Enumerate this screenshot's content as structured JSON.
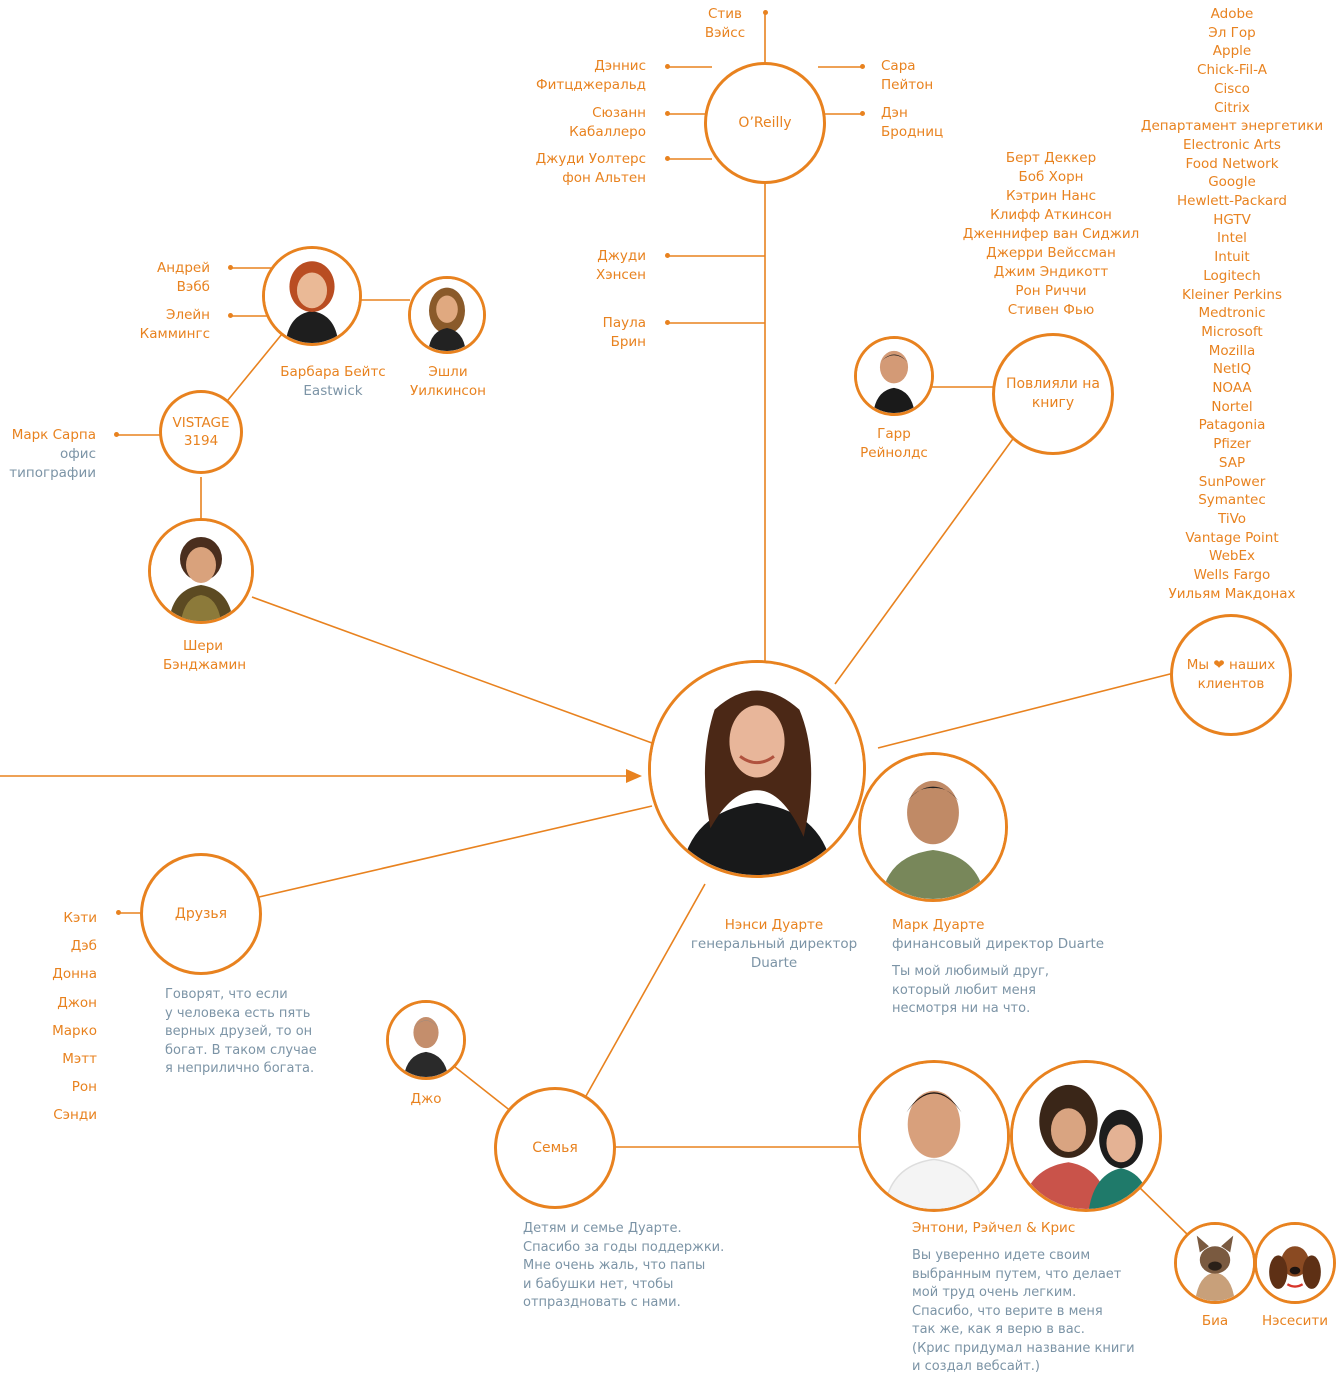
{
  "oreilly": {
    "hub": "O’Reilly",
    "top": [
      "Стив",
      "Вэйсс"
    ],
    "left": [
      [
        "Дэннис",
        "Фитцджеральд"
      ],
      [
        "Сюзанн",
        "Кабаллеро"
      ],
      [
        "Джуди Уолтерс",
        "фон Альтен"
      ]
    ],
    "right": [
      [
        "Сара",
        "Пейтон"
      ],
      [
        "Дэн",
        "Бродниц"
      ]
    ],
    "stem": [
      [
        "Джуди",
        "Хэнсен"
      ],
      [
        "Паула",
        "Брин"
      ]
    ]
  },
  "vistage": {
    "hub": [
      "VISTAGE",
      "3194"
    ],
    "barbara": {
      "name": "Барбара Бейтс",
      "company": "Eastwick"
    },
    "ashley": [
      "Эшли",
      "Уилкинсон"
    ],
    "andrey": [
      "Андрей",
      "Вэбб"
    ],
    "elaine": [
      "Элейн",
      "Каммингс"
    ],
    "mark_sarpa": {
      "name": "Марк Сарпа",
      "role": [
        "офис",
        "типографии"
      ]
    },
    "sheri": [
      "Шери",
      "Бэнджамин"
    ]
  },
  "influencers": {
    "hub": [
      "Повлияли на",
      "книгу"
    ],
    "garr": [
      "Гарр",
      "Рейнолдс"
    ],
    "names": [
      "Берт Деккер",
      "Боб Хорн",
      "Кэтрин Нанс",
      "Клифф Аткинсон",
      "Дженнифер ван Сиджил",
      "Джерри Вейссман",
      "Джим Эндикотт",
      "Рон Риччи",
      "Стивен Фью"
    ]
  },
  "clients": {
    "hub_before": "Мы",
    "heart": "❤",
    "hub_after": "наших",
    "hub_line2": "клиентов",
    "names": [
      "Adobe",
      "Эл Гор",
      "Apple",
      "Chick-Fil-A",
      "Cisco",
      "Citrix",
      "Департамент энергетики",
      "Electronic Arts",
      "Food Network",
      "Google",
      "Hewlett-Packard",
      "HGTV",
      "Intel",
      "Intuit",
      "Logitech",
      "Kleiner Perkins",
      "Medtronic",
      "Microsoft",
      "Mozilla",
      "NetIQ",
      "NOAA",
      "Nortel",
      "Patagonia",
      "Pfizer",
      "SAP",
      "SunPower",
      "Symantec",
      "TiVo",
      "Vantage Point",
      "WebEx",
      "Wells Fargo",
      "Уильям Макдонах"
    ]
  },
  "center": {
    "name": "Нэнси Дуарте",
    "title": [
      "генеральный директор",
      "Duarte"
    ]
  },
  "mark": {
    "name": "Марк Дуарте",
    "title": "финансовый директор Duarte",
    "note": [
      "Ты мой любимый друг,",
      "который любит меня",
      "несмотря ни на что."
    ]
  },
  "friends": {
    "hub": "Друзья",
    "names": [
      "Кэти",
      "Дэб",
      "Донна",
      "Джон",
      "Марко",
      "Мэтт",
      "Рон",
      "Сэнди"
    ],
    "note": [
      "Говорят, что если",
      "у человека есть пять",
      "верных друзей, то он",
      "богат. В таком случае",
      "я неприлично богата."
    ]
  },
  "family": {
    "hub": "Семья",
    "joe": "Джо",
    "note": [
      "Детям и семье Дуарте.",
      "Спасибо за годы поддержки.",
      "Мне очень жаль, что папы",
      "и бабушки нет, чтобы",
      "отпраздновать с нами."
    ],
    "kids": "Энтони, Рэйчел & Крис",
    "kids_note": [
      "Вы уверенно идете своим",
      "выбранным путем, что делает",
      "мой труд очень легким.",
      "Спасибо, что верите в меня",
      "так же, как я верю в вас.",
      "(Крис придумал название книги",
      "и создал вебсайт.)"
    ],
    "dog1": "Биа",
    "dog2": "Нэсесити"
  },
  "colors": {
    "accent": "#e8821f",
    "muted": "#7c94a6"
  }
}
